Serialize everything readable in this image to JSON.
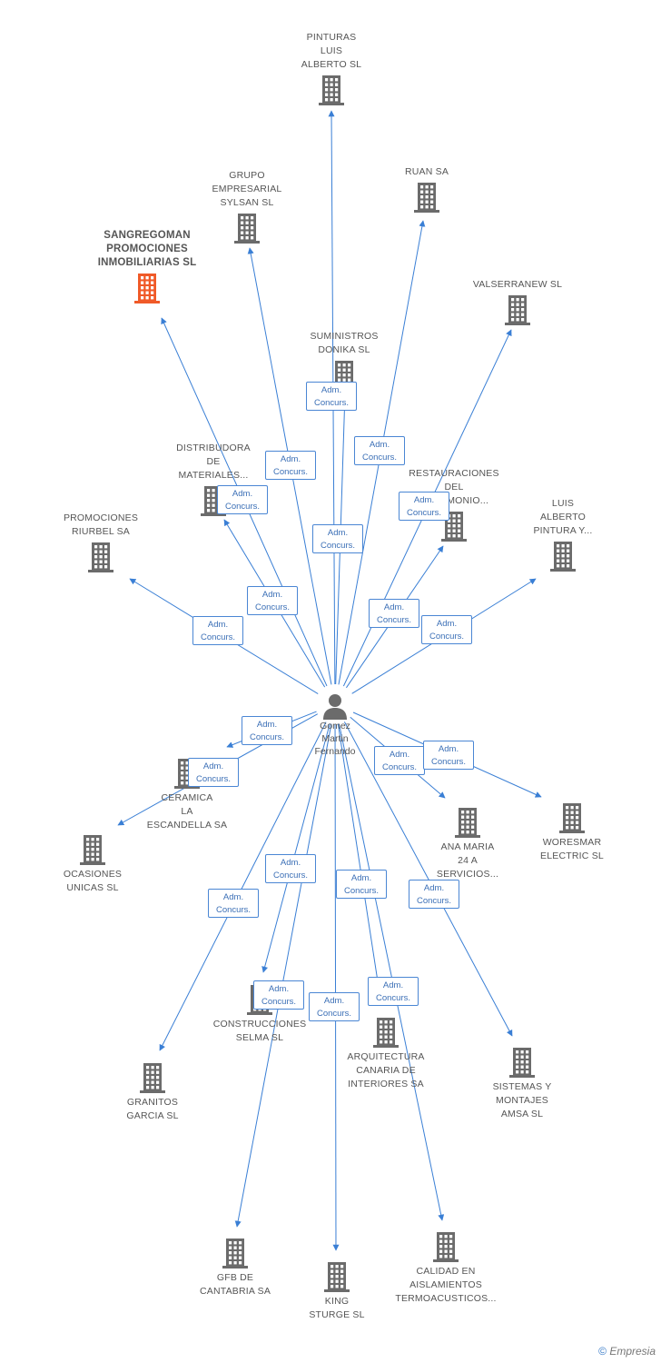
{
  "colors": {
    "edge": "#3a7fd5",
    "building": "#6b6b6b",
    "focus_building": "#f05a28",
    "badge_text": "#3b6fb6"
  },
  "person": {
    "name_lines": [
      "Gomez",
      "Martin",
      "Fernando"
    ],
    "icon": "person-icon"
  },
  "edge_label": [
    "Adm.",
    "Concurs."
  ],
  "companies": [
    {
      "id": "pinturas-luis-alberto",
      "lines": [
        "PINTURAS",
        "LUIS",
        "ALBERTO SL"
      ]
    },
    {
      "id": "grupo-empresarial-sylsan",
      "lines": [
        "GRUPO",
        "EMPRESARIAL",
        "SYLSAN SL"
      ]
    },
    {
      "id": "ruan",
      "lines": [
        "RUAN SA"
      ]
    },
    {
      "id": "sangregoman",
      "lines": [
        "SANGREGOMAN",
        "PROMOCIONES",
        "INMOBILIARIAS SL"
      ],
      "focus": true
    },
    {
      "id": "valserranew",
      "lines": [
        "VALSERRANEW SL"
      ]
    },
    {
      "id": "suministros-donika",
      "lines": [
        "SUMINISTROS",
        "DONIKA SL"
      ]
    },
    {
      "id": "distribudora",
      "lines": [
        "DISTRIBUDORA",
        "DE",
        "MATERIALES..."
      ]
    },
    {
      "id": "restauraciones",
      "lines": [
        "RESTAURACIONES",
        "DEL",
        "PATRIMONIO..."
      ]
    },
    {
      "id": "promociones-riurbel",
      "lines": [
        "PROMOCIONES",
        "RIURBEL SA"
      ]
    },
    {
      "id": "luis-alberto-pintura",
      "lines": [
        "LUIS",
        "ALBERTO",
        "PINTURA Y..."
      ]
    },
    {
      "id": "ceramica-la-escandella",
      "lines": [
        "CERAMICA",
        "LA",
        "ESCANDELLA SA"
      ]
    },
    {
      "id": "ocasiones-unicas",
      "lines": [
        "OCASIONES",
        "UNICAS SL"
      ]
    },
    {
      "id": "ana-maria-24",
      "lines": [
        "ANA MARIA",
        "24 A",
        "SERVICIOS..."
      ]
    },
    {
      "id": "woresmar-electric",
      "lines": [
        "WORESMAR",
        "ELECTRIC SL"
      ]
    },
    {
      "id": "construcciones-selma",
      "lines": [
        "CONSTRUCCIONES",
        "SELMA SL"
      ]
    },
    {
      "id": "arquitectura-canaria",
      "lines": [
        "ARQUITECTURA",
        "CANARIA DE",
        "INTERIORES SA"
      ]
    },
    {
      "id": "granitos-garcia",
      "lines": [
        "GRANITOS",
        "GARCIA SL"
      ]
    },
    {
      "id": "sistemas-montajes-amsa",
      "lines": [
        "SISTEMAS Y",
        "MONTAJES",
        "AMSA SL"
      ]
    },
    {
      "id": "gfb-de-cantabria",
      "lines": [
        "GFB DE",
        "CANTABRIA SA"
      ]
    },
    {
      "id": "king-sturge",
      "lines": [
        "KING",
        "STURGE SL"
      ]
    },
    {
      "id": "calidad-en-aislamientos",
      "lines": [
        "CALIDAD EN",
        "AISLAMIENTOS",
        "TERMOACUSTICOS..."
      ]
    }
  ],
  "footer": {
    "copyright": "©",
    "brand": "Empresia"
  }
}
